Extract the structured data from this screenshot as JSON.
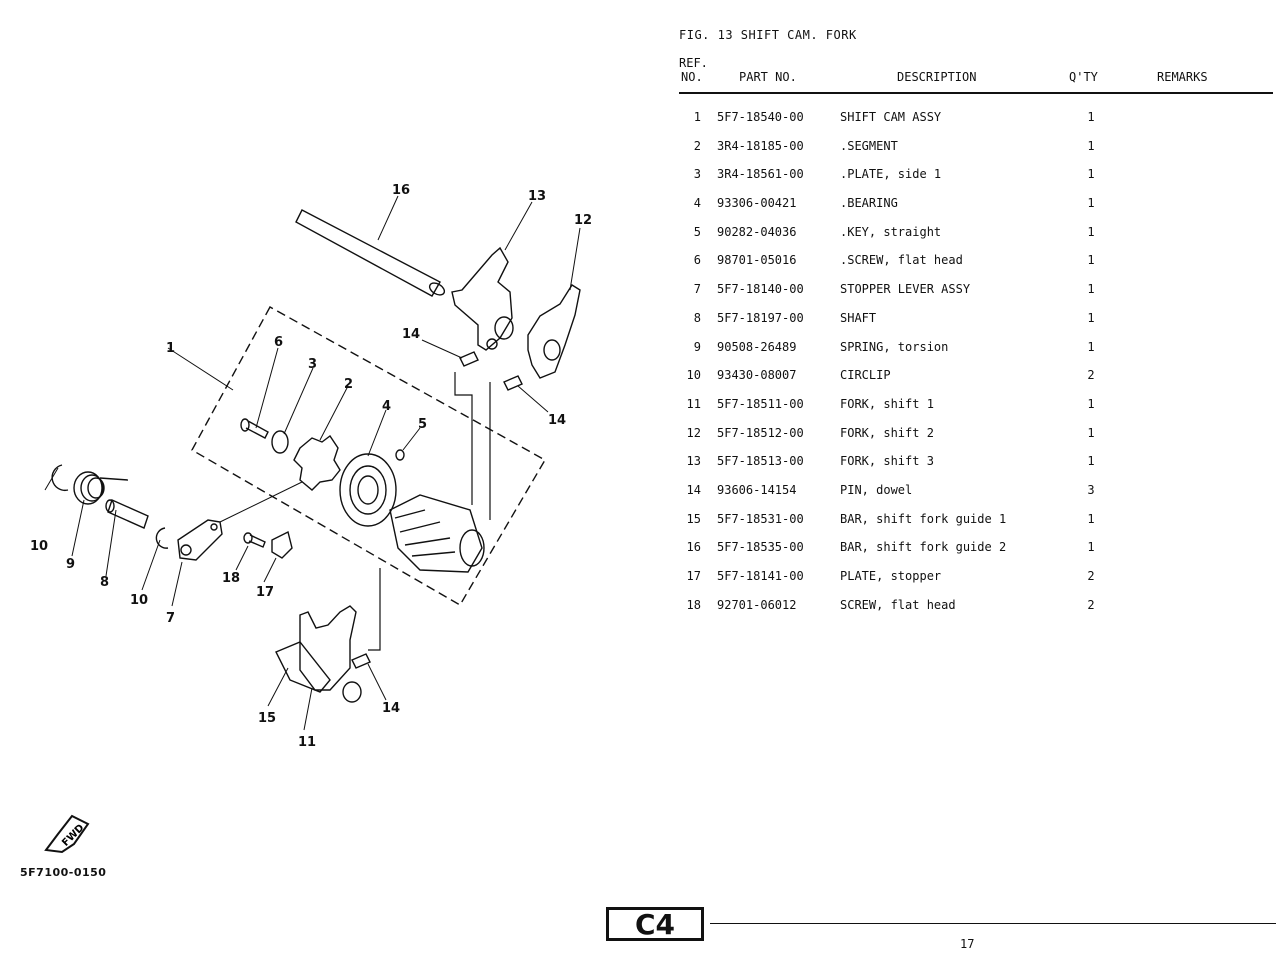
{
  "figure": {
    "title": "FIG. 13  SHIFT CAM. FORK"
  },
  "table": {
    "headers": {
      "ref_line1": "REF.",
      "ref_line2": "NO.",
      "part_no": "PART NO.",
      "description": "DESCRIPTION",
      "qty": "Q'TY",
      "remarks": "REMARKS"
    },
    "rows": [
      {
        "ref": "1",
        "part": "5F7-18540-00",
        "desc": "SHIFT CAM ASSY",
        "qty": "1"
      },
      {
        "ref": "2",
        "part": "3R4-18185-00",
        "desc": ".SEGMENT",
        "qty": "1"
      },
      {
        "ref": "3",
        "part": "3R4-18561-00",
        "desc": ".PLATE, side 1",
        "qty": "1"
      },
      {
        "ref": "4",
        "part": "93306-00421",
        "desc": ".BEARING",
        "qty": "1"
      },
      {
        "ref": "5",
        "part": "90282-04036",
        "desc": ".KEY, straight",
        "qty": "1"
      },
      {
        "ref": "6",
        "part": "98701-05016",
        "desc": ".SCREW, flat head",
        "qty": "1"
      },
      {
        "ref": "7",
        "part": "5F7-18140-00",
        "desc": "STOPPER LEVER ASSY",
        "qty": "1"
      },
      {
        "ref": "8",
        "part": "5F7-18197-00",
        "desc": "SHAFT",
        "qty": "1"
      },
      {
        "ref": "9",
        "part": "90508-26489",
        "desc": "SPRING, torsion",
        "qty": "1"
      },
      {
        "ref": "10",
        "part": "93430-08007",
        "desc": "CIRCLIP",
        "qty": "2"
      },
      {
        "ref": "11",
        "part": "5F7-18511-00",
        "desc": "FORK, shift 1",
        "qty": "1"
      },
      {
        "ref": "12",
        "part": "5F7-18512-00",
        "desc": "FORK, shift 2",
        "qty": "1"
      },
      {
        "ref": "13",
        "part": "5F7-18513-00",
        "desc": "FORK, shift 3",
        "qty": "1"
      },
      {
        "ref": "14",
        "part": "93606-14154",
        "desc": "PIN, dowel",
        "qty": "3"
      },
      {
        "ref": "15",
        "part": "5F7-18531-00",
        "desc": "BAR, shift fork guide 1",
        "qty": "1"
      },
      {
        "ref": "16",
        "part": "5F7-18535-00",
        "desc": "BAR, shift fork guide 2",
        "qty": "1"
      },
      {
        "ref": "17",
        "part": "5F7-18141-00",
        "desc": "PLATE, stopper",
        "qty": "2"
      },
      {
        "ref": "18",
        "part": "92701-06012",
        "desc": "SCREW, flat head",
        "qty": "2"
      }
    ]
  },
  "diagram": {
    "callouts": [
      "16",
      "13",
      "12",
      "1",
      "6",
      "3",
      "2",
      "4",
      "5",
      "14",
      "14",
      "10",
      "9",
      "8",
      "10",
      "7",
      "18",
      "17",
      "15",
      "11",
      "14"
    ],
    "fwd_label": "FWD",
    "doc_code": "5F7100-0150"
  },
  "footer": {
    "section": "C4",
    "page_number": "17"
  }
}
